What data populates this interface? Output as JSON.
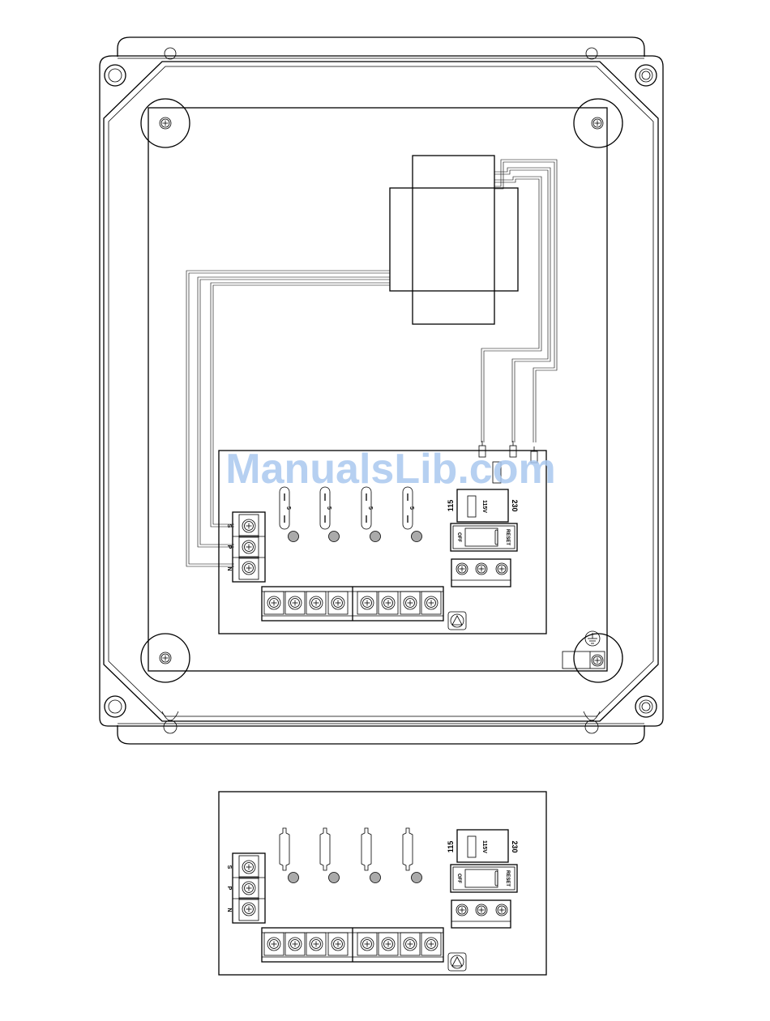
{
  "watermark": {
    "text": "ManualsLib.com",
    "color": "#a9c8ee"
  },
  "fuse_label": "5",
  "voltage": {
    "low": "115",
    "high": "230",
    "switch_label": "115V"
  },
  "breaker": {
    "off": "OFF",
    "reset": "RESET"
  },
  "terminals": {
    "s": "S",
    "p": "P",
    "n": "N"
  },
  "icons": [
    "ground-icon",
    "screw-icon",
    "certification-mark-icon"
  ]
}
